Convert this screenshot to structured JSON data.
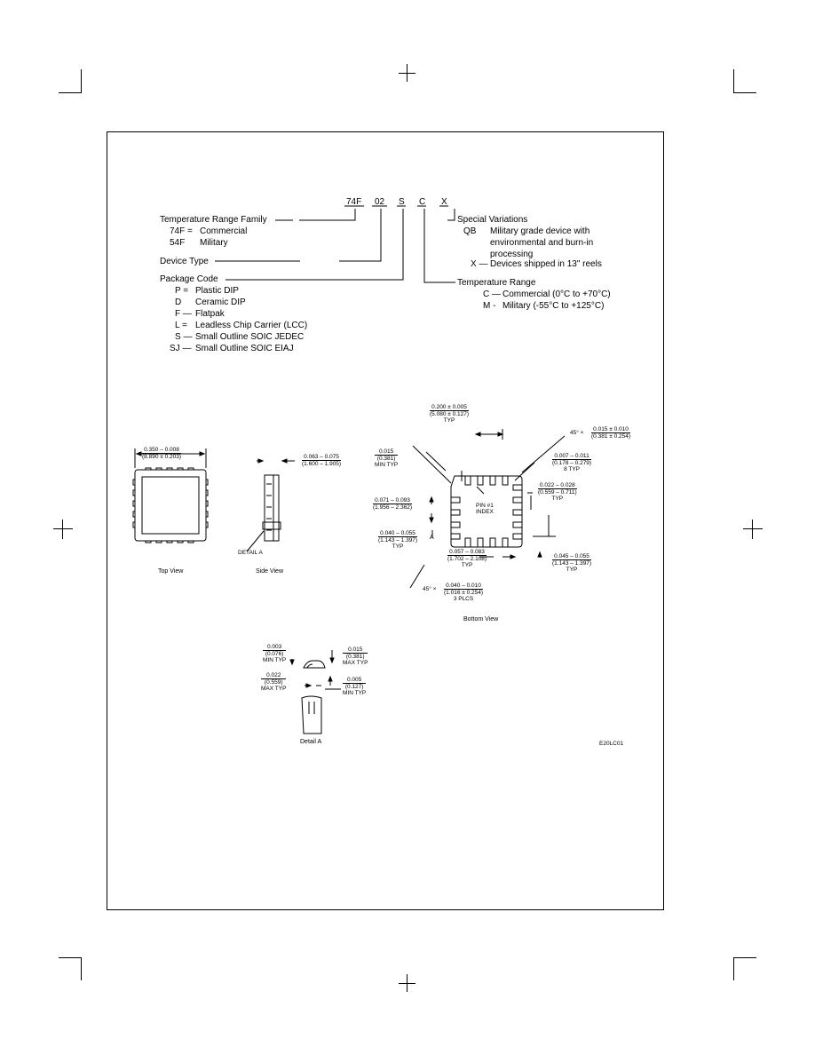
{
  "ordering": {
    "code_parts": [
      "74F",
      "02",
      "S",
      "C",
      "X"
    ],
    "temp_family": {
      "title": "Temperature Range Family",
      "rows": [
        [
          "74F =",
          "Commercial"
        ],
        [
          "54F",
          "Military"
        ]
      ]
    },
    "device_type": "Device Type",
    "package_code": {
      "title": "Package Code",
      "rows": [
        [
          "P =",
          "Plastic DIP"
        ],
        [
          "D",
          "Ceramic DIP"
        ],
        [
          "F —",
          "Flatpak"
        ],
        [
          "L =",
          "Leadless Chip Carrier (LCC)"
        ],
        [
          "S —",
          "Small Outline SOIC JEDEC"
        ],
        [
          "SJ —",
          "Small Outline SOIC EIAJ"
        ]
      ]
    },
    "special_variations": {
      "title": "Special Variations",
      "qb_code": "QB",
      "qb_lines": [
        "Military grade device with",
        "environmental and burn-in",
        "processing"
      ],
      "x_code": "X —",
      "x_text": "Devices shipped in 13\" reels"
    },
    "temperature_range": {
      "title": "Temperature Range",
      "rows": [
        [
          "C —",
          "Commercial (0°C to +70°C)"
        ],
        [
          "M -",
          "Military (-55°C to +125°C)"
        ]
      ]
    }
  },
  "views": {
    "top_view": "Top View",
    "side_view": "Side View",
    "bottom_view": "Bottom View",
    "detail_a": "Detail A",
    "detail_ref": "DETAIL A",
    "index_text": [
      "PIN #1",
      "INDEX"
    ],
    "a_mark": "A",
    "drawing_id": "E20LC01"
  },
  "dims": {
    "top_width": [
      "0.350 – 0.008",
      "(8.890 ± 0.203)"
    ],
    "side_height": [
      "0.063 – 0.075",
      "(1.600 – 1.905)"
    ],
    "bottom_pitch": [
      "0.200 ± 0.005",
      "(5.080 ± 0.127)",
      "TYP"
    ],
    "chamfer": [
      "45° ×",
      "0.015 ± 0.010",
      "(0.381 ± 0.254)"
    ],
    "min_typ_a": [
      "0.015",
      "(0.381)",
      "MIN TYP"
    ],
    "pad_width": [
      "0.007 – 0.011",
      "(0.178 – 0.279)",
      "8 TYP"
    ],
    "pad_len": [
      "0.022 – 0.028",
      "(0.559 – 0.711)",
      "TYP"
    ],
    "body_h": [
      "0.071 – 0.093",
      "(1.956 – 2.362)"
    ],
    "width_b": [
      "0.040 – 0.055",
      "(1.143 – 1.397)",
      "TYP"
    ],
    "len_c": [
      "0.057 – 0.083",
      "(1.702 – 2.108)",
      "TYP"
    ],
    "pad_d": [
      "0.045 – 0.055",
      "(1.143 – 1.397)",
      "TYP"
    ],
    "corner": [
      "45° ×",
      "0.040 – 0.010",
      "(1.016 ± 0.254)",
      "3 PLCS"
    ],
    "det_1": [
      "0.003",
      "(0.076)",
      "MIN TYP"
    ],
    "det_2": [
      "0.015",
      "(0.381)",
      "MAX TYP"
    ],
    "det_3": [
      "0.022",
      "(0.559)",
      "MAX TYP"
    ],
    "det_4": [
      "0.005",
      "(0.127)",
      "MIN TYP"
    ]
  }
}
